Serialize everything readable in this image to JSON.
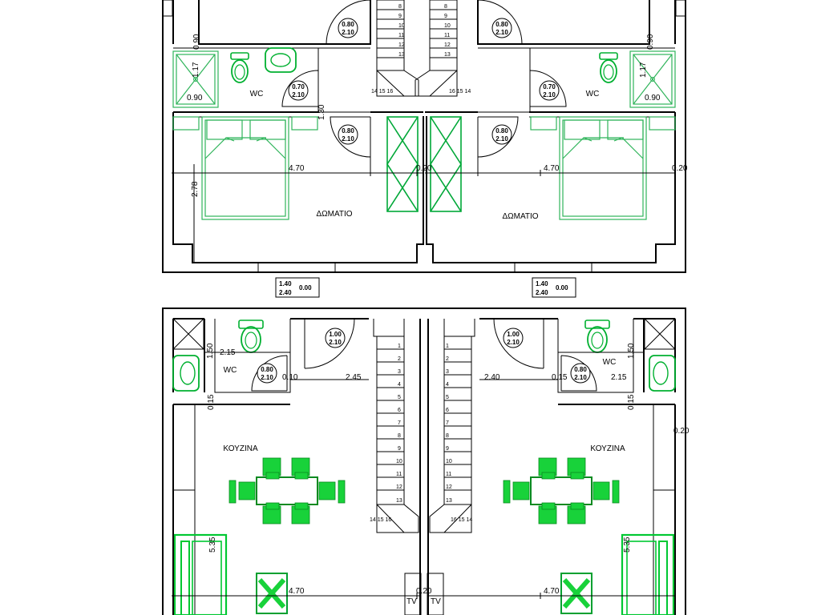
{
  "upper_floor": {
    "rooms": {
      "bedroom_left": "ΔΩΜΑΤΙΟ",
      "bedroom_right": "ΔΩΜΑΤΙΟ",
      "wc_left": "WC",
      "wc_right": "WC"
    },
    "dims": {
      "shower_height": "1.17",
      "shower_width": "0.90",
      "shower_top": "0.90",
      "room_depth": "2.78",
      "room_width_left": "4.70",
      "room_width_right": "4.70",
      "wall_left": "0.20",
      "wall_right": "0.20",
      "stair_label": "1.30"
    },
    "doors": {
      "stair_top": [
        "0.80",
        "2.10"
      ],
      "wc": [
        "0.70",
        "2.10"
      ],
      "bedroom": [
        "0.80",
        "2.10"
      ]
    },
    "windows": {
      "left": [
        "1.40",
        "2.40",
        "0.00"
      ],
      "right": [
        "1.40",
        "2.40",
        "0.00"
      ]
    },
    "stairs": {
      "left_steps": [
        "8",
        "9",
        "10",
        "11",
        "12",
        "13"
      ],
      "right_steps": [
        "8",
        "9",
        "10",
        "11",
        "12",
        "13"
      ],
      "left_landing": "14 15 16",
      "right_landing": "16 15 14"
    }
  },
  "ground_floor": {
    "rooms": {
      "kitchen_left": "ΚΟΥΖΙΝΑ",
      "kitchen_right": "ΚΟΥΖΙΝΑ",
      "wc_left": "WC",
      "wc_right": "WC",
      "tv_left": "TV",
      "tv_right": "TV"
    },
    "dims": {
      "wc_width_left": "2.15",
      "wc_width_right": "2.15",
      "wc_height_left": "1.50",
      "wc_height_right": "1.50",
      "hall_left": "2.45",
      "hall_right": "2.40",
      "wall_a_left": "0.10",
      "wall_a_right": "0.15",
      "wall_b_left": "0.15",
      "wall_b_right": "0.15",
      "wall_c_right": "0.20",
      "living_depth": "5.35",
      "living_width_left": "4.70",
      "living_width_right": "4.70",
      "center_wall": "0.20"
    },
    "doors": {
      "entry": [
        "1.00",
        "2.10"
      ],
      "wc": [
        "0.80",
        "2.10"
      ]
    },
    "stairs": {
      "left_steps": [
        "1",
        "2",
        "3",
        "4",
        "5",
        "6",
        "7",
        "8",
        "9",
        "10",
        "11",
        "12",
        "13"
      ],
      "right_steps": [
        "1",
        "2",
        "3",
        "4",
        "5",
        "6",
        "7",
        "8",
        "9",
        "10",
        "11",
        "12",
        "13"
      ],
      "left_landing": "14 15 16",
      "right_landing": "16 15 14"
    }
  }
}
